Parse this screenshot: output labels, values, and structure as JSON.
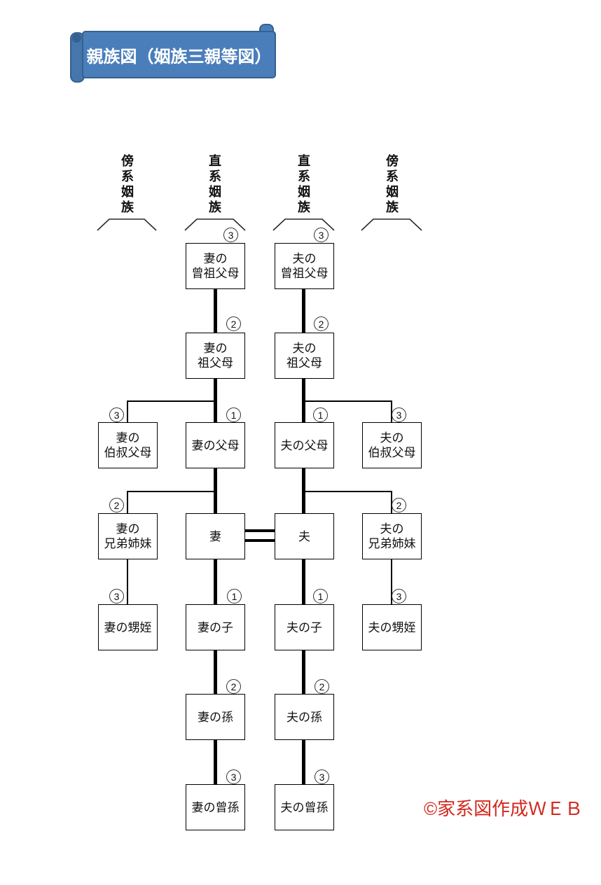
{
  "title": {
    "text": "親族図（姻族三親等図）"
  },
  "column_headers": [
    {
      "label": "傍\n系\n姻\n族"
    },
    {
      "label": "直\n系\n姻\n族"
    },
    {
      "label": "直\n系\n姻\n族"
    },
    {
      "label": "傍\n系\n姻\n族"
    }
  ],
  "boxes": [
    {
      "label": "妻の\n曾祖父母",
      "degree": "3"
    },
    {
      "label": "夫の\n曾祖父母",
      "degree": "3"
    },
    {
      "label": "妻の\n祖父母",
      "degree": "2"
    },
    {
      "label": "夫の\n祖父母",
      "degree": "2"
    },
    {
      "label": "妻の\n伯叔父母",
      "degree": "3"
    },
    {
      "label": "妻の父母",
      "degree": "1"
    },
    {
      "label": "夫の父母",
      "degree": "1"
    },
    {
      "label": "夫の\n伯叔父母",
      "degree": "3"
    },
    {
      "label": "妻の\n兄弟姉妹",
      "degree": "2"
    },
    {
      "label": "妻"
    },
    {
      "label": "夫"
    },
    {
      "label": "夫の\n兄弟姉妹",
      "degree": "2"
    },
    {
      "label": "妻の甥姪",
      "degree": "3"
    },
    {
      "label": "妻の子",
      "degree": "1"
    },
    {
      "label": "夫の子",
      "degree": "1"
    },
    {
      "label": "夫の甥姪",
      "degree": "3"
    },
    {
      "label": "妻の孫",
      "degree": "2"
    },
    {
      "label": "夫の孫",
      "degree": "2"
    },
    {
      "label": "妻の曾孫",
      "degree": "3"
    },
    {
      "label": "夫の曾孫",
      "degree": "3"
    }
  ],
  "copyright": {
    "text": "©家系図作成ＷＥＢ"
  },
  "colors": {
    "banner_fill": "#4a7ebb",
    "banner_border": "#35608f",
    "line_black": "#000000",
    "copyright_red": "#d3281e"
  }
}
